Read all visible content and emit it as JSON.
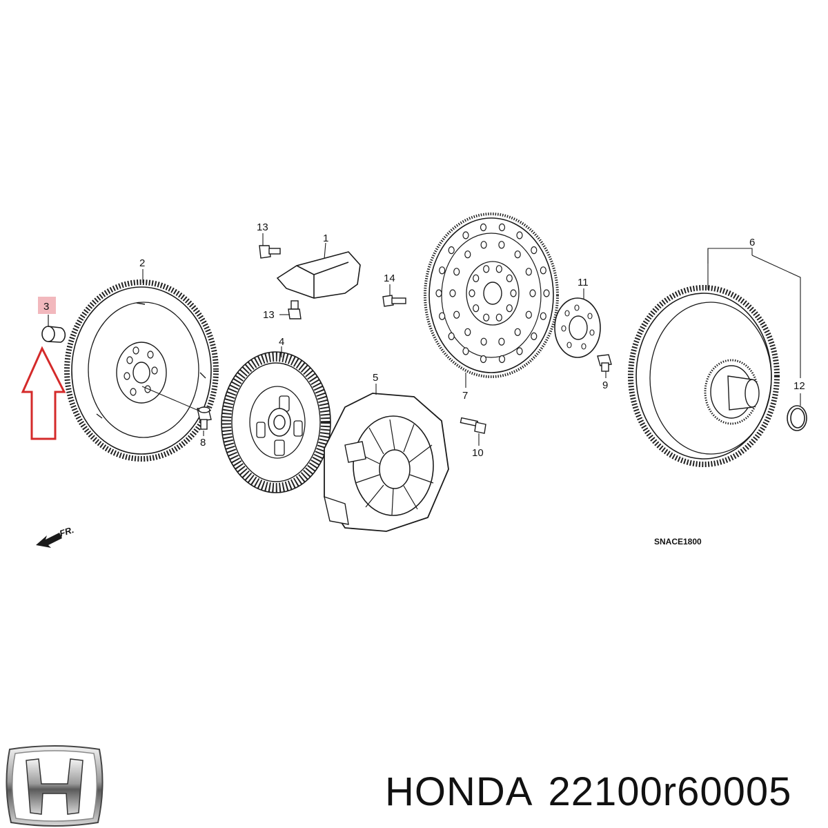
{
  "callouts": [
    {
      "id": "1",
      "label": "1"
    },
    {
      "id": "2",
      "label": "2"
    },
    {
      "id": "3",
      "label": "3"
    },
    {
      "id": "4",
      "label": "4"
    },
    {
      "id": "5",
      "label": "5"
    },
    {
      "id": "6",
      "label": "6"
    },
    {
      "id": "7",
      "label": "7"
    },
    {
      "id": "8",
      "label": "8"
    },
    {
      "id": "9",
      "label": "9"
    },
    {
      "id": "10",
      "label": "10"
    },
    {
      "id": "11",
      "label": "11"
    },
    {
      "id": "12",
      "label": "12"
    },
    {
      "id": "13a",
      "label": "13"
    },
    {
      "id": "13b",
      "label": "13"
    },
    {
      "id": "14",
      "label": "14"
    }
  ],
  "highlighted_part": "3",
  "direction_marker": "FR.",
  "diagram_code": "SNACE1800",
  "brand": "HONDA",
  "part_number": "22100r60005",
  "colors": {
    "line": "#1a1a1a",
    "highlight_box": "#f2b8bd",
    "arrow": "#d42a2a",
    "background": "#ffffff"
  },
  "icons": [
    "honda-logo-icon",
    "front-direction-arrow-icon",
    "highlight-up-arrow-icon"
  ]
}
